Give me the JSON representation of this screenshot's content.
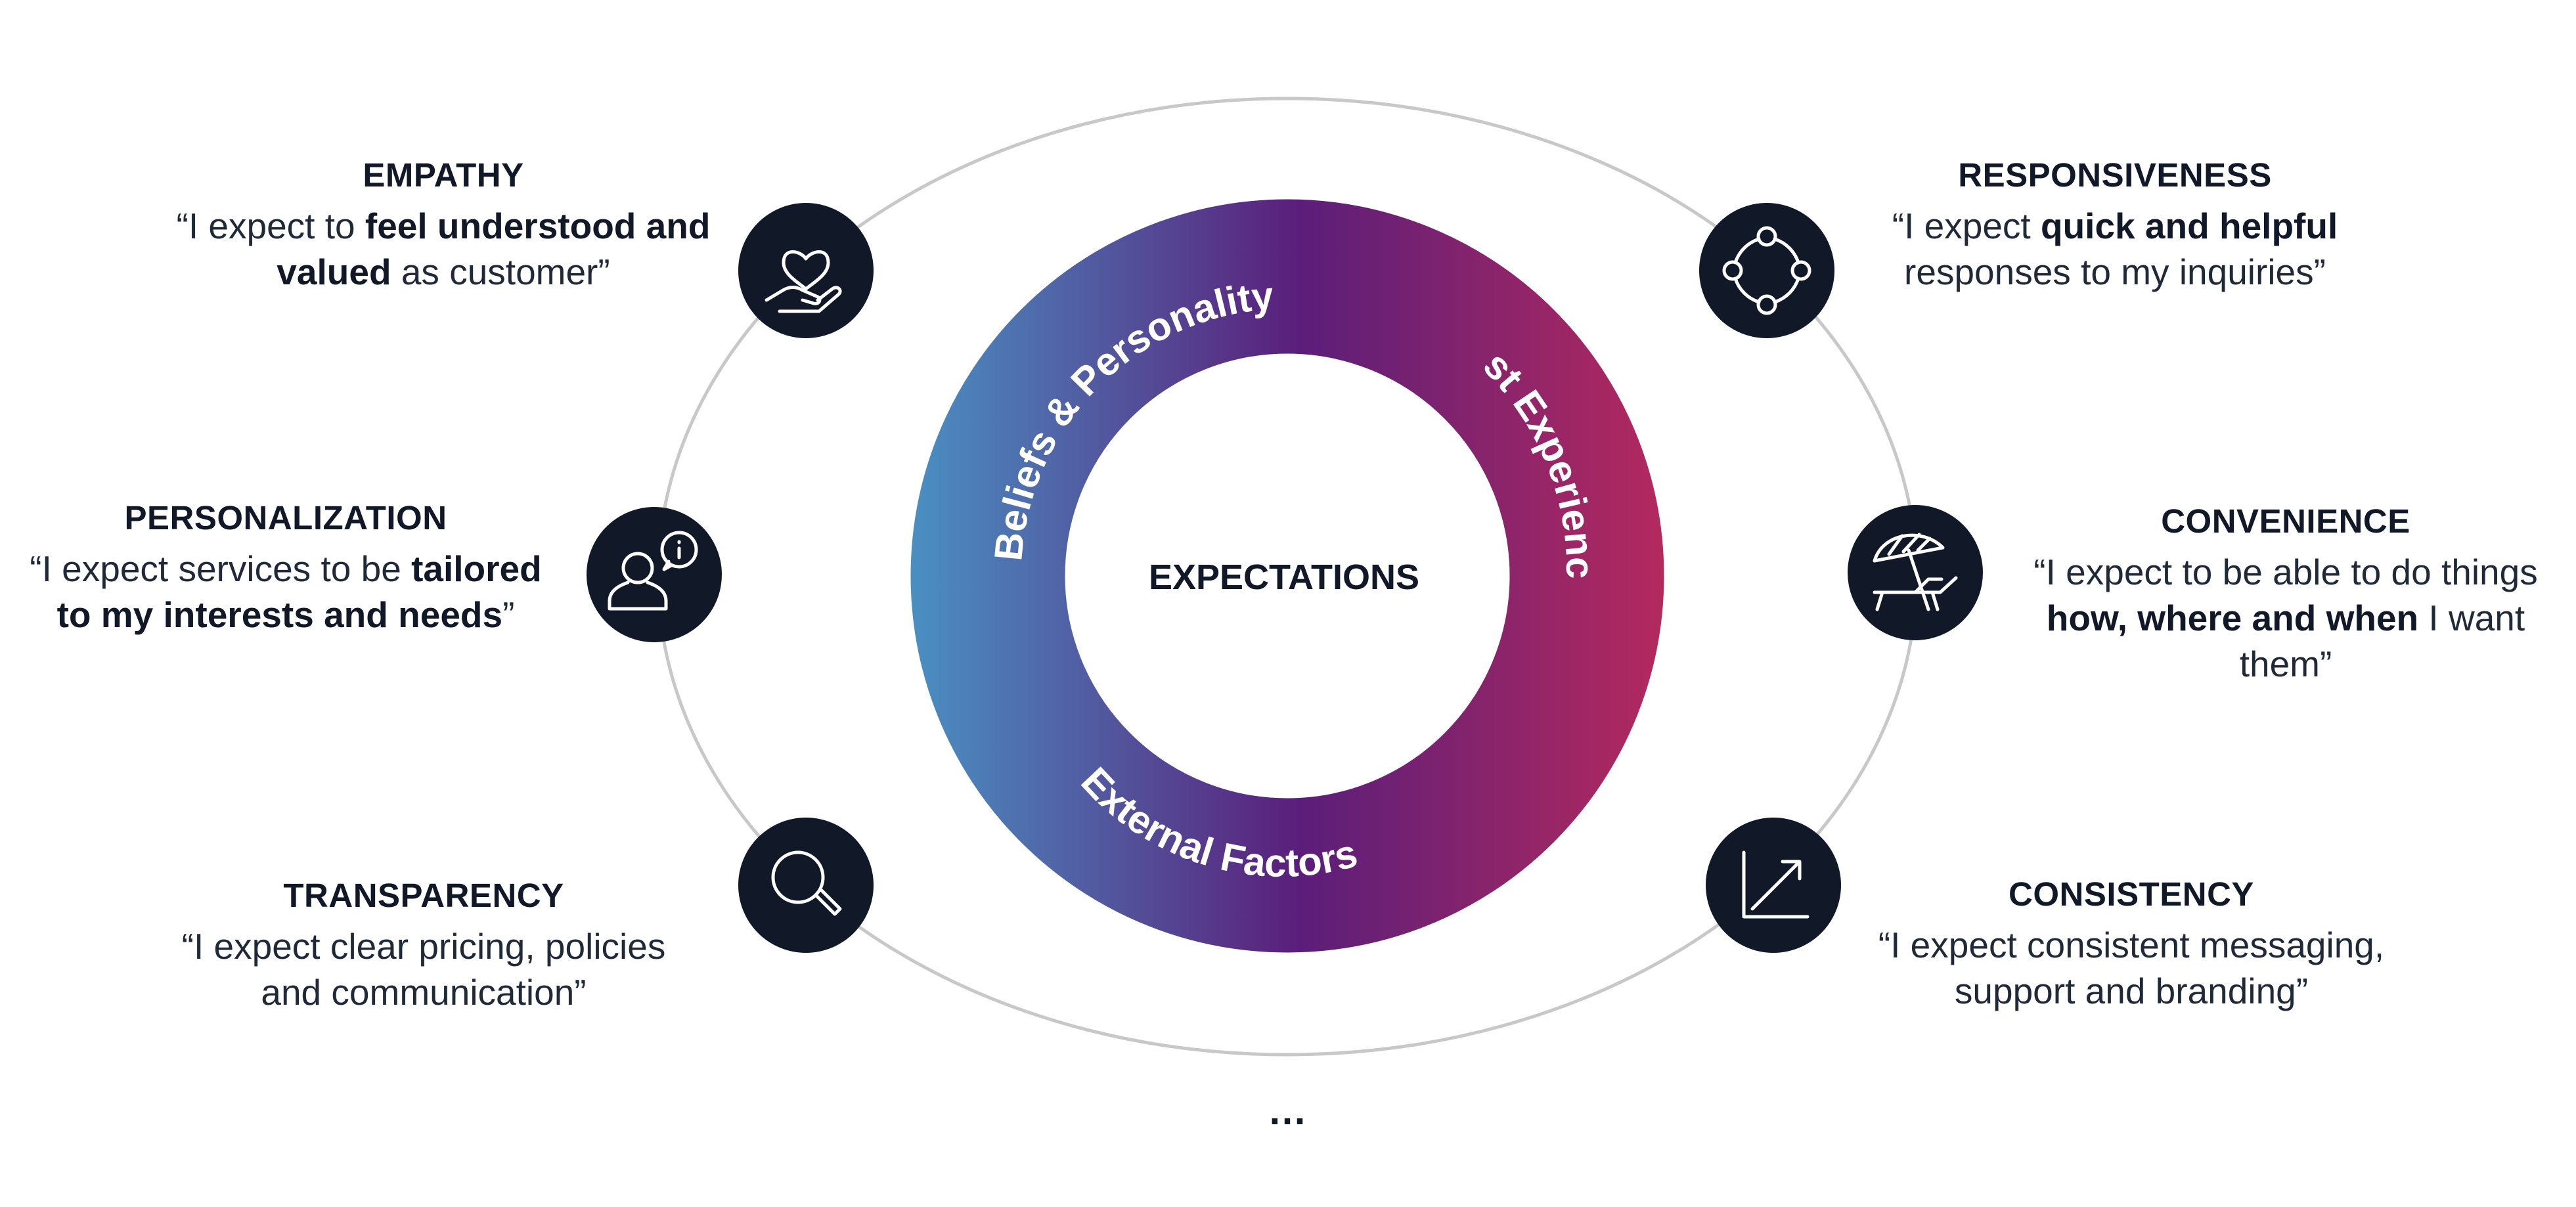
{
  "center": {
    "label": "EXPECTATIONS"
  },
  "ring_segments": [
    {
      "id": "beliefs",
      "label": "Beliefs & Personality"
    },
    {
      "id": "past",
      "label": "Past Experiences"
    },
    {
      "id": "external",
      "label": "External Factors"
    }
  ],
  "ring_colors": {
    "blue": "#4a90c2",
    "purple": "#5a1e7a",
    "crimson": "#b3295e"
  },
  "ellipse_color": "#c8c8c8",
  "icon_color": "#111827",
  "expectations": [
    {
      "id": "empathy",
      "title": "EMPATHY",
      "icon": "heart-in-hand-icon",
      "quote": {
        "pre": "“I expect to ",
        "bold1": "feel understood and",
        "br": "",
        "bold2": "valued",
        "post": " as customer”"
      }
    },
    {
      "id": "personalization",
      "title": "PERSONALIZATION",
      "icon": "person-info-icon",
      "quote": {
        "pre": "“I expect services to be ",
        "bold1": "tailored",
        "br": "",
        "bold2": "to my interests and needs",
        "post": "”"
      }
    },
    {
      "id": "transparency",
      "title": "TRANSPARENCY",
      "icon": "magnifier-icon",
      "quote": {
        "pre": "“I expect clear pricing, policies",
        "bold1": "",
        "br": "",
        "bold2": "",
        "post": "and communication”"
      }
    },
    {
      "id": "responsiveness",
      "title": "RESPONSIVENESS",
      "icon": "connected-circles-icon",
      "quote": {
        "pre": "“I expect ",
        "bold1": "quick and helpful",
        "br": "",
        "bold2": "",
        "post": "responses to my inquiries”"
      }
    },
    {
      "id": "convenience",
      "title": "CONVENIENCE",
      "icon": "beach-umbrella-icon",
      "quote": {
        "pre": "“I expect to be able to do things",
        "bold1": "",
        "br": "",
        "bold2": "how, where and when",
        "post": " I want them”"
      }
    },
    {
      "id": "consistency",
      "title": "CONSISTENCY",
      "icon": "trend-arrow-icon",
      "quote": {
        "pre": "“I expect consistent messaging,",
        "bold1": "",
        "br": "",
        "bold2": "",
        "post": "support and branding”"
      }
    }
  ],
  "continuation": {
    "label": "…"
  }
}
